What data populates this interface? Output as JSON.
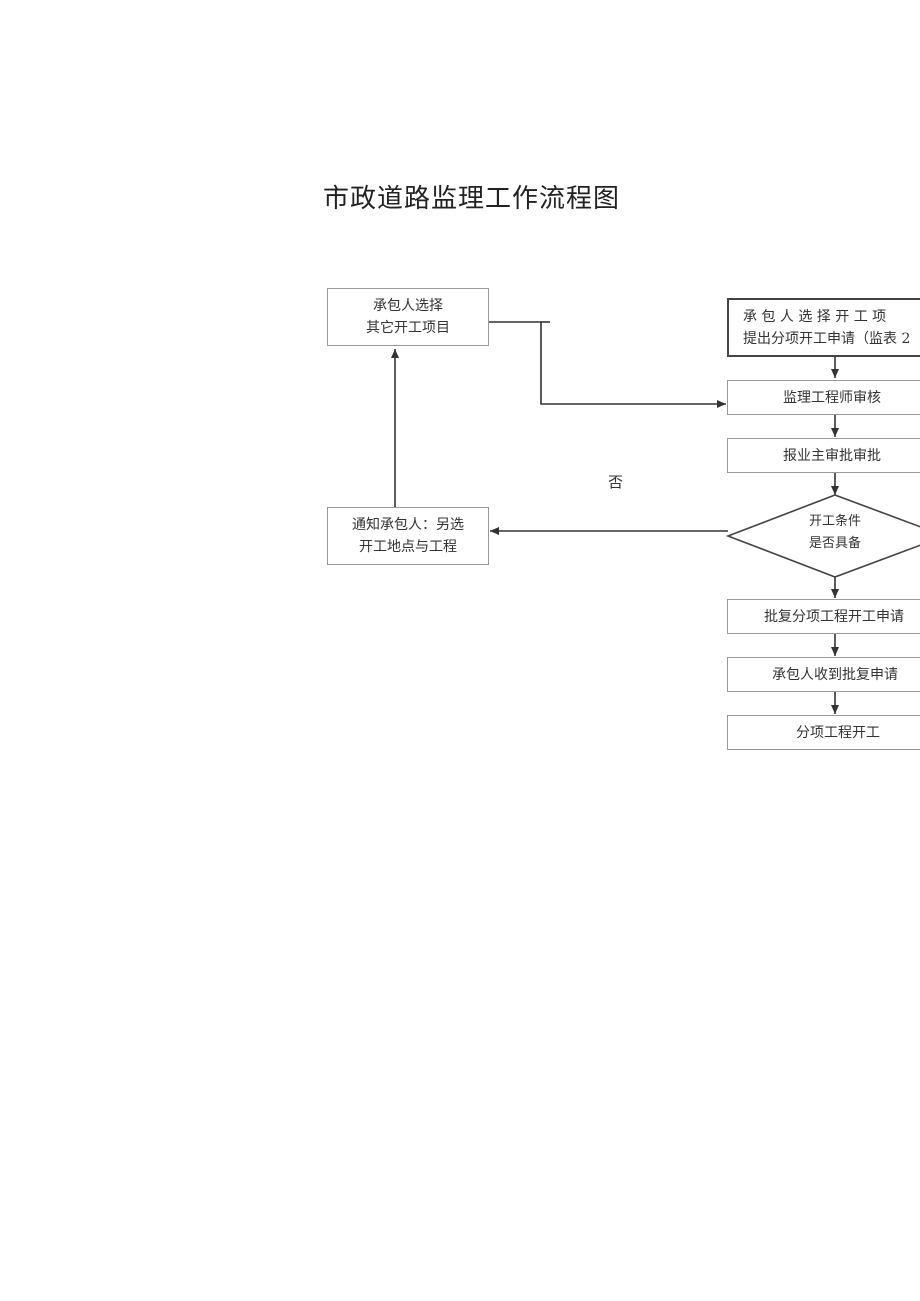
{
  "title": "市政道路监理工作流程图",
  "nodes": {
    "contractor_select_other": {
      "line1": "承包人选择",
      "line2": "其它开工项目"
    },
    "notify_contractor": {
      "line1": "通知承包人：另选",
      "line2": "开工地点与工程"
    },
    "contractor_select_start": {
      "line1": "承 包 人 选 择 开 工 项",
      "line2": "提出分项开工申请（监表 2"
    },
    "engineer_review": {
      "line1": "监理工程师审核"
    },
    "owner_approval": {
      "line1": "报业主审批审批"
    },
    "decision": {
      "line1": "开工条件",
      "line2": "是否具备"
    },
    "approve_application": {
      "line1": "批复分项工程开工申请"
    },
    "contractor_receive": {
      "line1": "承包人收到批复申请"
    },
    "subitem_start": {
      "line1": "分项工程开工"
    }
  },
  "edge_labels": {
    "no": "否"
  },
  "colors": {
    "line": "#333333",
    "box_border": "#9a9a9a"
  }
}
